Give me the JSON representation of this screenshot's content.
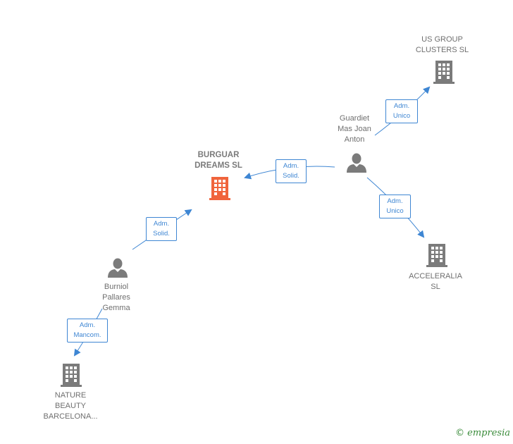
{
  "nodes": {
    "burguar": {
      "label": "BURGUAR\nDREAMS  SL",
      "kind": "company",
      "color": "#f0643c"
    },
    "us_group": {
      "label": "US GROUP\nCLUSTERS SL",
      "kind": "company",
      "color": "#7b7b7b"
    },
    "guardiet": {
      "label": "Guardiet\nMas Joan\nAnton",
      "kind": "person",
      "color": "#7b7b7b"
    },
    "acceleralia": {
      "label": "ACCELERALIA\nSL",
      "kind": "company",
      "color": "#7b7b7b"
    },
    "burniol": {
      "label": "Burniol\nPallares\nGemma",
      "kind": "person",
      "color": "#7b7b7b"
    },
    "nature": {
      "label": "NATURE\nBEAUTY\nBARCELONA...",
      "kind": "company",
      "color": "#7b7b7b"
    }
  },
  "edges": {
    "guardiet_us_group": "Adm.\nUnico",
    "guardiet_burguar": "Adm.\nSolid.",
    "guardiet_acceleralia": "Adm.\nUnico",
    "burniol_burguar": "Adm.\nSolid.",
    "burniol_nature": "Adm.\nMancom."
  },
  "colors": {
    "edge": "#3e86d3",
    "brand": "#3a8b3a"
  },
  "brand": {
    "copyright": "©",
    "name": "empresia"
  }
}
